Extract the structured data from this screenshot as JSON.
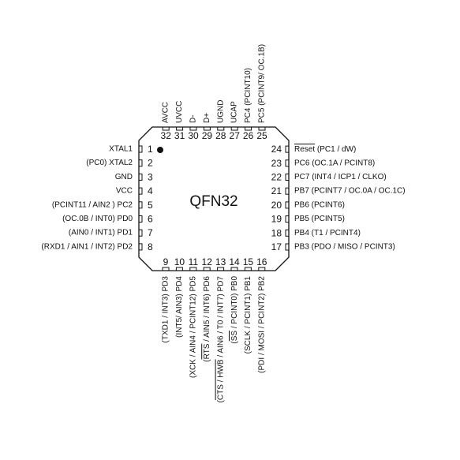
{
  "chip": {
    "name": "QFN32",
    "pin1_marker": "pin1-dot"
  },
  "pins": {
    "left": [
      {
        "num": "1",
        "label": "XTAL1",
        "overline": ""
      },
      {
        "num": "2",
        "label": "(PC0) XTAL2",
        "overline": ""
      },
      {
        "num": "3",
        "label": "GND",
        "overline": ""
      },
      {
        "num": "4",
        "label": "VCC",
        "overline": ""
      },
      {
        "num": "5",
        "label": "(PCINT11 / AIN2 ) PC2",
        "overline": ""
      },
      {
        "num": "6",
        "label": "(OC.0B / INT0) PD0",
        "overline": ""
      },
      {
        "num": "7",
        "label": "(AIN0 / INT1) PD1",
        "overline": ""
      },
      {
        "num": "8",
        "label": "(RXD1 / AIN1 / INT2) PD2",
        "overline": ""
      }
    ],
    "bottom": [
      {
        "num": "9",
        "label": "(TXD1 / INT3) PD3",
        "overline": ""
      },
      {
        "num": "10",
        "label": "(INT5/ AIN3) PD4",
        "overline": ""
      },
      {
        "num": "11",
        "label": "(XCK / AIN4 / PCINT12) PD5",
        "overline": ""
      },
      {
        "num": "12",
        "label": "(RTS / AIN5 / INT6) PD6",
        "overline": "RTS"
      },
      {
        "num": "13",
        "label": "(CTS / HWB / AIN6 / T0 / INT7) PD7",
        "overline": "CTS / HWB"
      },
      {
        "num": "14",
        "label": "(SS / PCINT0) PB0",
        "overline": "SS"
      },
      {
        "num": "15",
        "label": "(SCLK / PCINT1) PB1",
        "overline": ""
      },
      {
        "num": "16",
        "label": "(PDI / MOSI / PCINT2) PB2",
        "overline": ""
      }
    ],
    "right": [
      {
        "num": "17",
        "label": "PB3 (PDO / MISO / PCINT3)",
        "overline": ""
      },
      {
        "num": "18",
        "label": "PB4 (T1 / PCINT4)",
        "overline": ""
      },
      {
        "num": "19",
        "label": "PB5 (PCINT5)",
        "overline": ""
      },
      {
        "num": "20",
        "label": "PB6 (PCINT6)",
        "overline": ""
      },
      {
        "num": "21",
        "label": "PB7 (PCINT7 / OC.0A / OC.1C)",
        "overline": ""
      },
      {
        "num": "22",
        "label": "PC7 (INT4 / ICP1 / CLKO)",
        "overline": ""
      },
      {
        "num": "23",
        "label": "PC6 (OC.1A / PCINT8)",
        "overline": ""
      },
      {
        "num": "24",
        "label": "Reset (PC1 / dW)",
        "overline": "Reset"
      }
    ],
    "top": [
      {
        "num": "25",
        "label": "PC5 (PCINT9/ OC.1B)",
        "overline": ""
      },
      {
        "num": "26",
        "label": "PC4 (PCINT10)",
        "overline": ""
      },
      {
        "num": "27",
        "label": "UCAP",
        "overline": ""
      },
      {
        "num": "28",
        "label": "UGND",
        "overline": ""
      },
      {
        "num": "29",
        "label": "D+",
        "overline": ""
      },
      {
        "num": "30",
        "label": "D-",
        "overline": ""
      },
      {
        "num": "31",
        "label": "UVCC",
        "overline": ""
      },
      {
        "num": "32",
        "label": "AVCC",
        "overline": ""
      }
    ]
  }
}
